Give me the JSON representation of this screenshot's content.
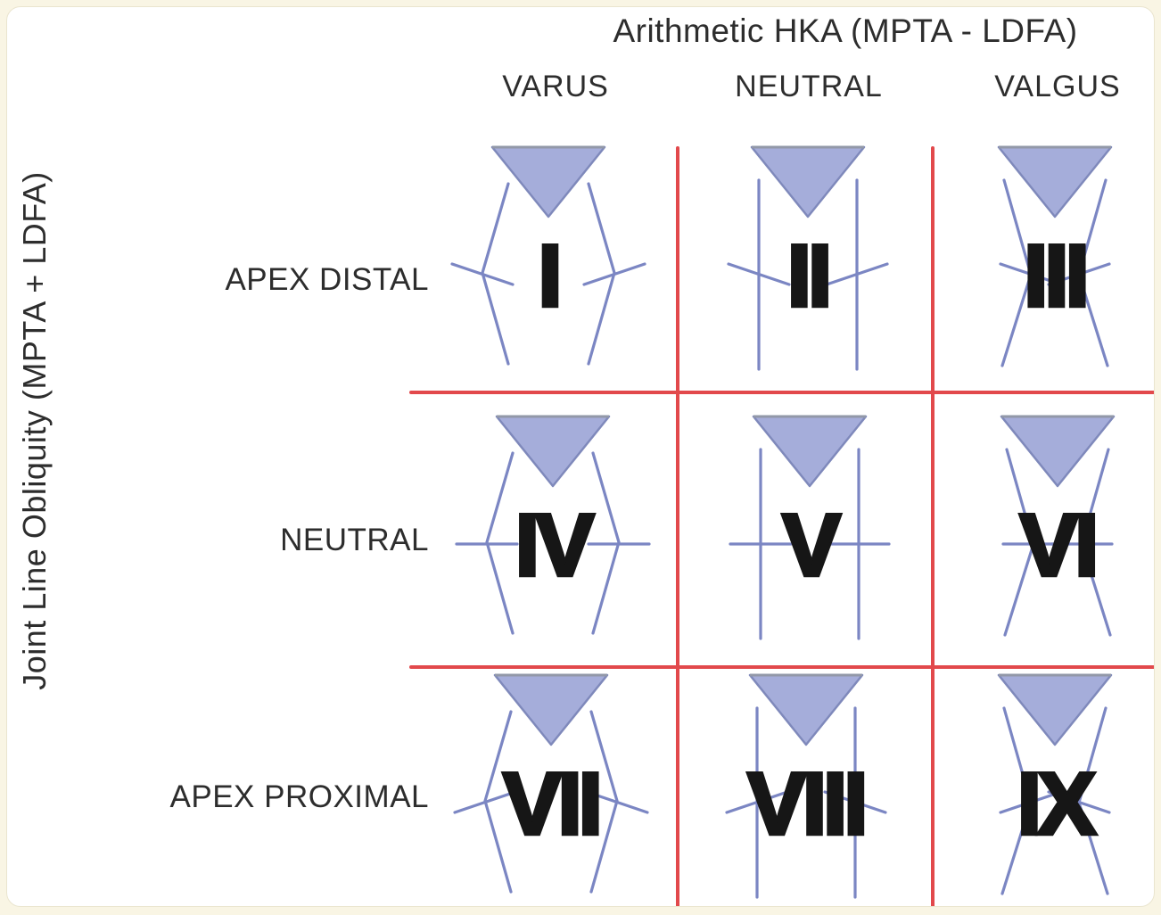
{
  "figure": {
    "title": "Arithmetic HKA (MPTA - LDFA)",
    "y_axis_label": "Joint Line Obliquity (MPTA + LDFA)",
    "columns": [
      {
        "label": "VARUS"
      },
      {
        "label": "NEUTRAL"
      },
      {
        "label": "VALGUS"
      }
    ],
    "rows": [
      {
        "label": "APEX DISTAL"
      },
      {
        "label": "NEUTRAL"
      },
      {
        "label": "APEX PROXIMAL"
      }
    ],
    "cells": [
      {
        "numeral": "I",
        "column": "VARUS",
        "row": "APEX DISTAL",
        "alignment": "varus",
        "jlo": "apex-distal"
      },
      {
        "numeral": "II",
        "column": "NEUTRAL",
        "row": "APEX DISTAL",
        "alignment": "neutral",
        "jlo": "apex-distal"
      },
      {
        "numeral": "III",
        "column": "VALGUS",
        "row": "APEX DISTAL",
        "alignment": "valgus",
        "jlo": "apex-distal"
      },
      {
        "numeral": "IV",
        "column": "VARUS",
        "row": "NEUTRAL",
        "alignment": "varus",
        "jlo": "neutral"
      },
      {
        "numeral": "V",
        "column": "NEUTRAL",
        "row": "NEUTRAL",
        "alignment": "neutral",
        "jlo": "neutral"
      },
      {
        "numeral": "VI",
        "column": "VALGUS",
        "row": "NEUTRAL",
        "alignment": "valgus",
        "jlo": "neutral"
      },
      {
        "numeral": "VII",
        "column": "VARUS",
        "row": "APEX PROXIMAL",
        "alignment": "varus",
        "jlo": "apex-proximal"
      },
      {
        "numeral": "VIII",
        "column": "NEUTRAL",
        "row": "APEX PROXIMAL",
        "alignment": "neutral",
        "jlo": "apex-proximal"
      },
      {
        "numeral": "IX",
        "column": "VALGUS",
        "row": "APEX PROXIMAL",
        "alignment": "valgus",
        "jlo": "apex-proximal"
      }
    ],
    "colors": {
      "grid_line": "#e2494c",
      "bone_line": "#7b86c3",
      "triangle_fill": "#a5adda",
      "triangle_stroke": "#7f89bb",
      "triangle_top_edge": "#9298a8",
      "numeral": "#161616",
      "text": "#2d2d2d",
      "background": "#f9f5e4",
      "card": "#ffffff"
    }
  }
}
